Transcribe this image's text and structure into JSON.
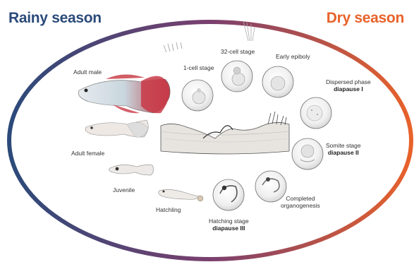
{
  "seasons": {
    "rainy": "Rainy season",
    "dry": "Dry season"
  },
  "colors": {
    "rainy": "#2b4a7a",
    "dry": "#e8622a",
    "ring_mid": "#7a3f6e"
  },
  "stages": {
    "adult_male": "Adult male",
    "adult_female": "Adult female",
    "juvenile": "Juvenile",
    "hatchling": "Hatchling",
    "hatching": {
      "name": "Hatching stage",
      "note": "diapause III"
    },
    "organogenesis": {
      "line1": "Completed",
      "line2": "organogenesis"
    },
    "somite": {
      "name": "Somite stage",
      "note": "diapause II"
    },
    "dispersed": {
      "name": "Dispersed phase",
      "note": "diapause I"
    },
    "epiboly": "Early epiboly",
    "cell32": "32-cell stage",
    "cell1": "1-cell stage"
  }
}
